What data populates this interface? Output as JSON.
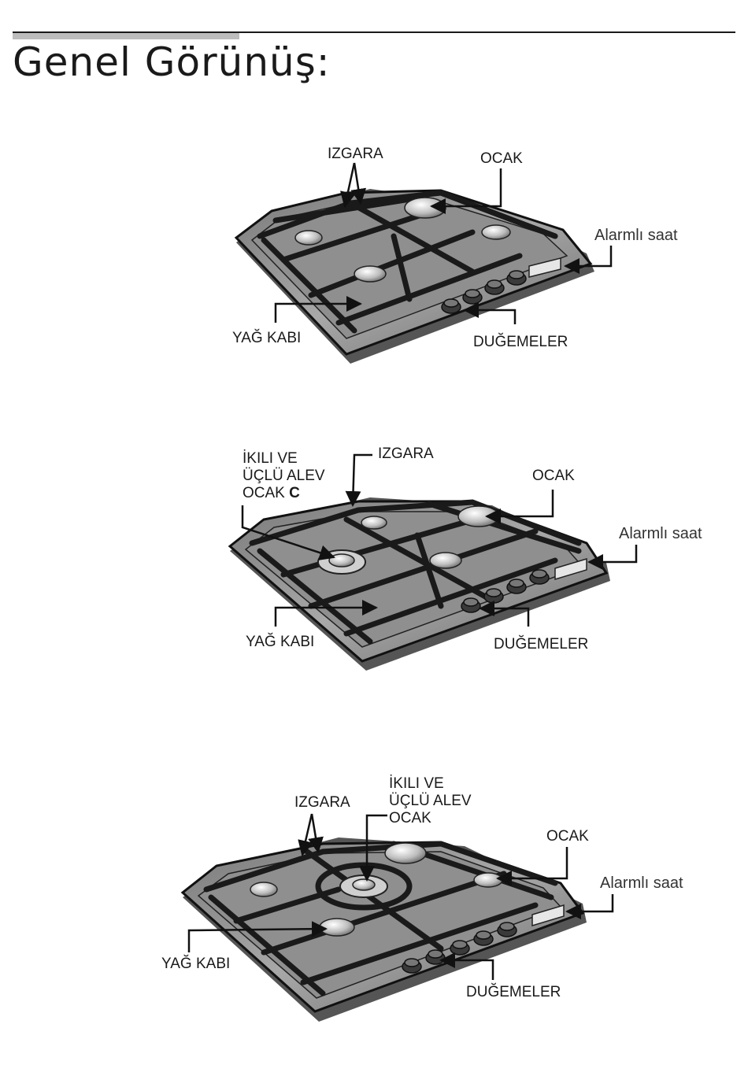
{
  "header": {
    "title": "Genel Görünüş:"
  },
  "diagrams": [
    {
      "labels": {
        "grate": "IZGARA",
        "burner": "OCAK",
        "clock": "Alarmlı saat",
        "drip_tray": "YAĞ KABI",
        "knobs": "DUĞEMELER"
      }
    },
    {
      "labels": {
        "dual_burner_line1": "İKILI VE",
        "dual_burner_line2": "ÜÇLÜ ALEV",
        "dual_burner_line3": "OCAK",
        "dual_burner_letter": "C",
        "grate": "IZGARA",
        "burner": "OCAK",
        "clock": "Alarmlı saat",
        "drip_tray": "YAĞ KABI",
        "knobs": "DUĞEMELER"
      }
    },
    {
      "labels": {
        "dual_burner_line1": "İKILI VE",
        "dual_burner_line2": "ÜÇLÜ ALEV",
        "dual_burner_line3": "OCAK",
        "grate": "IZGARA",
        "burner": "OCAK",
        "clock": "Alarmlı saat",
        "drip_tray": "YAĞ KABI",
        "knobs": "DUĞEMELER"
      }
    }
  ]
}
